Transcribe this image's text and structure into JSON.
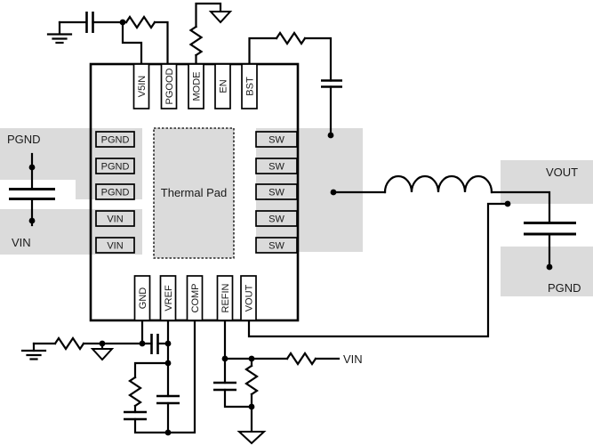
{
  "schematic": {
    "chip": {
      "thermal_pad_label": "Thermal Pad",
      "pins": {
        "top": [
          "V5IN",
          "PGOOD",
          "MODE",
          "EN",
          "BST"
        ],
        "left": [
          "PGND",
          "PGND",
          "PGND",
          "VIN",
          "VIN"
        ],
        "right": [
          "SW",
          "SW",
          "SW",
          "SW",
          "SW"
        ],
        "bottom": [
          "GND",
          "VREF",
          "COMP",
          "REFIN",
          "VOUT"
        ]
      }
    },
    "net_labels": {
      "pgnd_left": "PGND",
      "vin_left": "VIN",
      "vout_right": "VOUT",
      "pgnd_right": "PGND",
      "vin_sense": "VIN"
    },
    "symbols": {
      "earth_ground": "three-bar earth ground symbol",
      "arrow_ground": "open triangle ground symbol",
      "junction": "filled junction dot",
      "capacitor": "parallel-plate capacitor",
      "resistor": "zigzag resistor",
      "inductor": "four-hump inductor"
    },
    "colors": {
      "plane_fill": "#dbdbdb",
      "line": "#000000",
      "background": "#ffffff"
    }
  }
}
